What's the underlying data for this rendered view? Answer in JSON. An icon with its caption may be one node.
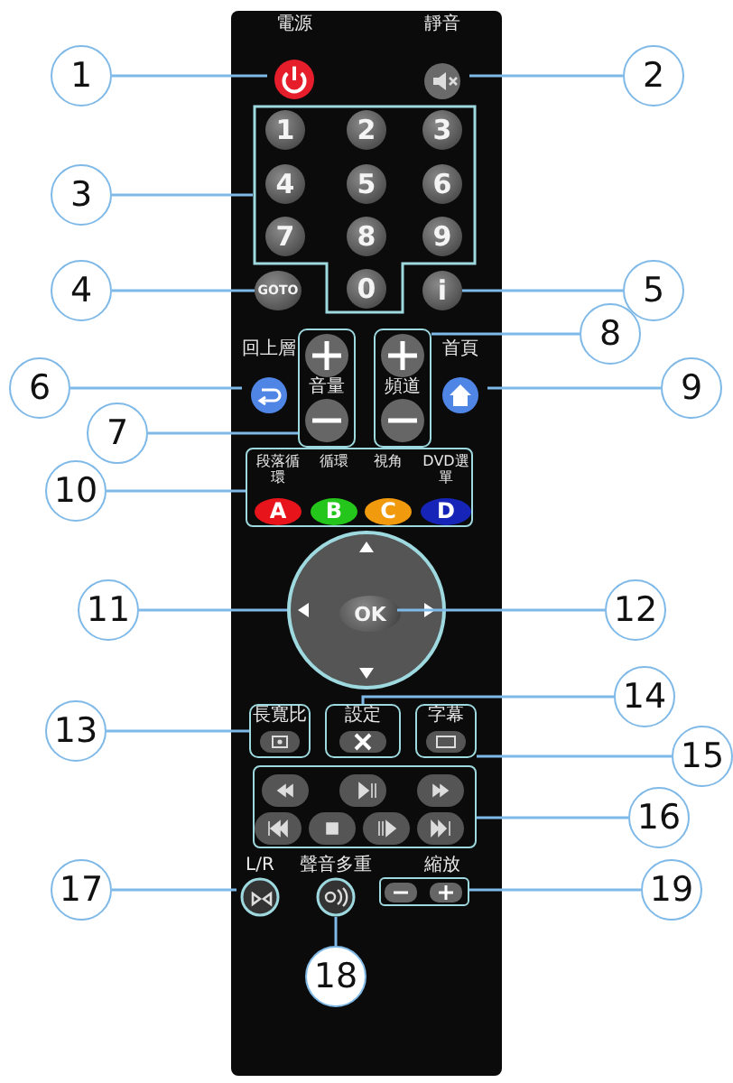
{
  "diagram": {
    "nodes": [
      {
        "text": [],
        "shape": "box"
      },
      {
        "text": [
          "1"
        ]
      },
      {
        "text": [
          "電源"
        ],
        "in": 0
      },
      {
        "text": [
          "2"
        ]
      },
      {
        "text": [
          "靜音"
        ],
        "in": 0
      },
      {
        "text": [
          "3"
        ]
      },
      {
        "text": [],
        "shape": "box",
        "in": 0
      },
      {
        "text": [
          "1"
        ],
        "in": 6
      },
      {
        "text": [
          "2"
        ],
        "in": 6
      },
      {
        "text": [
          "3"
        ],
        "in": 6
      },
      {
        "text": [
          "4"
        ],
        "in": 6
      },
      {
        "text": [
          "5"
        ],
        "in": 6
      },
      {
        "text": [
          "6"
        ],
        "in": 6
      },
      {
        "text": [
          "7"
        ],
        "in": 6
      },
      {
        "text": [
          "8"
        ],
        "in": 6
      },
      {
        "text": [
          "9"
        ],
        "in": 6
      },
      {
        "text": [
          "0"
        ],
        "in": 6
      },
      {
        "text": [
          "4"
        ]
      },
      {
        "text": [
          "GOTO"
        ],
        "in": 0
      },
      {
        "text": [
          "5"
        ]
      },
      {
        "text": [
          "i"
        ],
        "in": 0
      },
      {
        "text": [
          "6"
        ]
      },
      {
        "text": [
          "回上層"
        ],
        "in": 0
      },
      {
        "text": [
          "7"
        ]
      },
      {
        "text": [
          "音量"
        ],
        "in": 0
      },
      {
        "text": [
          "8"
        ]
      },
      {
        "text": [
          "頻道"
        ],
        "in": 0
      },
      {
        "text": [
          "9"
        ]
      },
      {
        "text": [
          "首頁"
        ],
        "in": 0
      },
      {
        "text": [
          "10"
        ]
      },
      {
        "text": [],
        "shape": "box",
        "in": 0
      },
      {
        "text": [
          "段落循環",
          "A"
        ],
        "in": 30
      },
      {
        "text": [
          "循環",
          "B"
        ],
        "in": 30
      },
      {
        "text": [
          "視角",
          "C"
        ],
        "in": 30
      },
      {
        "text": [
          "DVD選單",
          "D"
        ],
        "in": 30
      },
      {
        "text": [
          "11"
        ]
      },
      {
        "text": [],
        "shape": "circle",
        "in": 0
      },
      {
        "text": [
          "12"
        ]
      },
      {
        "text": [
          "OK"
        ],
        "in": 36
      },
      {
        "text": [
          "13"
        ]
      },
      {
        "text": [
          "長寬比"
        ],
        "in": 0
      },
      {
        "text": [
          "14"
        ]
      },
      {
        "text": [
          "設定"
        ],
        "in": 0
      },
      {
        "text": [
          "15"
        ]
      },
      {
        "text": [
          "字幕"
        ],
        "in": 0
      },
      {
        "text": [
          "16"
        ]
      },
      {
        "text": [],
        "shape": "box",
        "in": 0
      },
      {
        "text": [
          "17"
        ]
      },
      {
        "text": [
          "L/R"
        ],
        "in": 0
      },
      {
        "text": [
          "18"
        ],
        "in": 0
      },
      {
        "text": [
          "聲音多重"
        ],
        "in": 0
      },
      {
        "text": [
          "19"
        ]
      },
      {
        "text": [
          "縮放"
        ],
        "in": 0
      }
    ],
    "edges": [
      {
        "from": 1,
        "to": 2,
        "arrow": "none"
      },
      {
        "from": 3,
        "to": 4,
        "arrow": "none"
      },
      {
        "from": 5,
        "to": 6,
        "arrow": "none"
      },
      {
        "from": 17,
        "to": 18,
        "arrow": "none"
      },
      {
        "from": 19,
        "to": 20,
        "arrow": "none"
      },
      {
        "from": 21,
        "to": 22,
        "arrow": "none"
      },
      {
        "from": 23,
        "to": 24,
        "arrow": "none"
      },
      {
        "from": 25,
        "to": 26,
        "arrow": "none"
      },
      {
        "from": 27,
        "to": 28,
        "arrow": "none"
      },
      {
        "from": 29,
        "to": 30,
        "arrow": "none"
      },
      {
        "from": 35,
        "to": 36,
        "arrow": "none"
      },
      {
        "from": 37,
        "to": 38,
        "arrow": "none"
      },
      {
        "from": 39,
        "to": 40,
        "arrow": "none"
      },
      {
        "from": 41,
        "to": 42,
        "arrow": "none"
      },
      {
        "from": 43,
        "to": 44,
        "arrow": "none"
      },
      {
        "from": 45,
        "to": 46,
        "arrow": "none"
      },
      {
        "from": 47,
        "to": 48,
        "arrow": "none"
      },
      {
        "from": 49,
        "to": 50,
        "arrow": "none"
      },
      {
        "from": 51,
        "to": 52,
        "arrow": "none"
      }
    ]
  }
}
